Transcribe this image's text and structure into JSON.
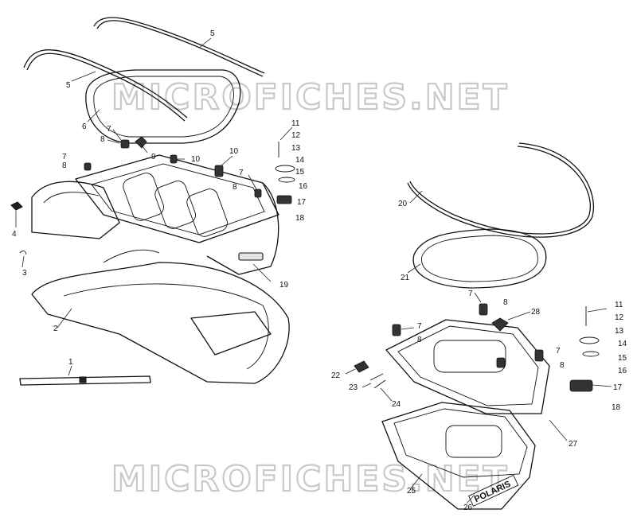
{
  "watermark": {
    "top": "MICROFICHES.NET",
    "bottom": "MICROFICHES.NET",
    "color": "#c9c9c9"
  },
  "callouts": {
    "c1": "1",
    "c2": "2",
    "c3": "3",
    "c4": "4",
    "c5a": "5",
    "c5b": "5",
    "c6": "6",
    "c7a": "7",
    "c7b": "7",
    "c7c": "7",
    "c8a": "8",
    "c8b": "8",
    "c8c": "8",
    "c9": "9",
    "c10a": "10",
    "c10b": "10",
    "c11a": "11",
    "c12a": "12",
    "c13a": "13",
    "c14a": "14",
    "c15a": "15",
    "c16a": "16",
    "c17a": "17",
    "c18a": "18",
    "c19": "19",
    "c20": "20",
    "c21": "21",
    "c7d": "7",
    "c8d": "8",
    "c28": "28",
    "c7e": "7",
    "c8e": "8",
    "c7f": "7",
    "c8f": "8",
    "c11b": "11",
    "c12b": "12",
    "c13b": "13",
    "c14b": "14",
    "c15b": "15",
    "c16b": "16",
    "c17b": "17",
    "c18b": "18",
    "c22": "22",
    "c23": "23",
    "c24": "24",
    "c25": "25",
    "c26": "26",
    "c27": "27"
  },
  "decal_text": "POLARIS",
  "colors": {
    "line": "#111111",
    "shade": "#e4e4e4",
    "background": "#ffffff"
  }
}
